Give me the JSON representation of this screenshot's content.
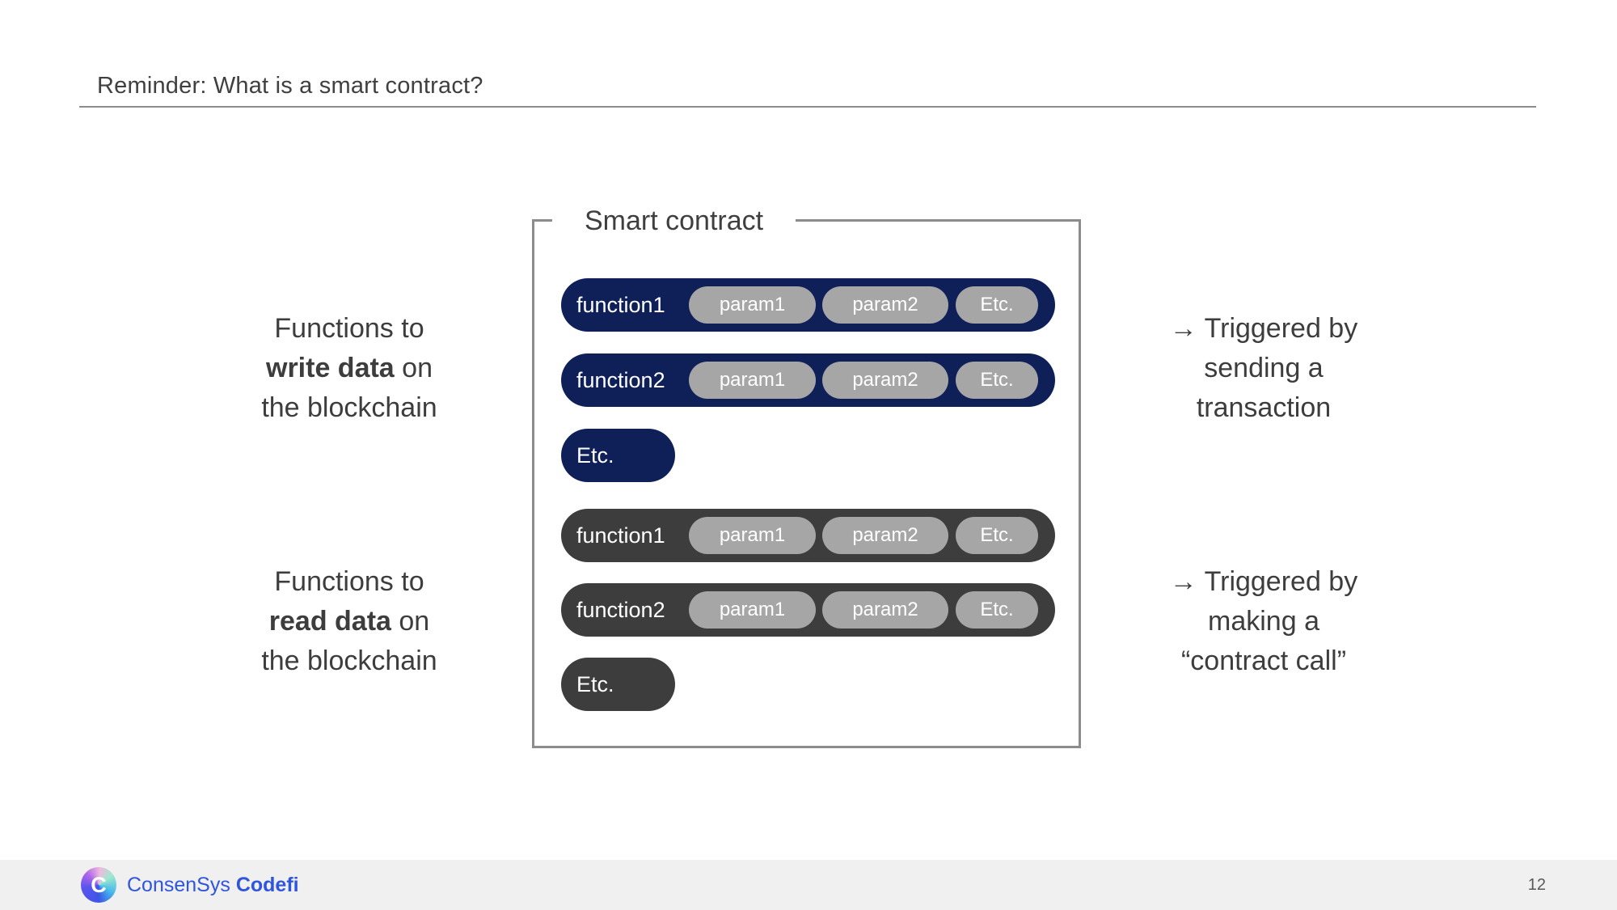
{
  "slide": {
    "title": "Reminder: What is a smart contract?",
    "page_number": "12"
  },
  "contract": {
    "label": "Smart contract",
    "write_functions": [
      {
        "name": "function1",
        "params": [
          "param1",
          "param2",
          "Etc."
        ]
      },
      {
        "name": "function2",
        "params": [
          "param1",
          "param2",
          "Etc."
        ]
      },
      {
        "name": "Etc.",
        "params": []
      }
    ],
    "read_functions": [
      {
        "name": "function1",
        "params": [
          "param1",
          "param2",
          "Etc."
        ]
      },
      {
        "name": "function2",
        "params": [
          "param1",
          "param2",
          "Etc."
        ]
      },
      {
        "name": "Etc.",
        "params": []
      }
    ]
  },
  "annotations": {
    "left_write": {
      "line1": "Functions to",
      "line2_bold": "write data",
      "line2_rest": " on",
      "line3": "the blockchain"
    },
    "left_read": {
      "line1": "Functions to",
      "line2_bold": "read data",
      "line2_rest": " on",
      "line3": "the blockchain"
    },
    "right_write": {
      "arrow": "→",
      "line1": "Triggered by",
      "line2": "sending a",
      "line3": "transaction"
    },
    "right_read": {
      "arrow": "→",
      "line1": "Triggered by",
      "line2": "making a",
      "line3": "“contract call”"
    }
  },
  "footer": {
    "brand_regular": "ConsenSys",
    "brand_bold": "Codefi",
    "logo_letter": "C"
  },
  "colors": {
    "write_row_navy": "#0f2059",
    "read_row_dark_gray": "#3d3d3d",
    "param_pill_gray": "#a6a6a6",
    "box_border_gray": "#8c8c8c",
    "text_dark_gray": "#3d3d3d",
    "brand_blue": "#2f55de",
    "footer_background": "#f0f0f1"
  }
}
